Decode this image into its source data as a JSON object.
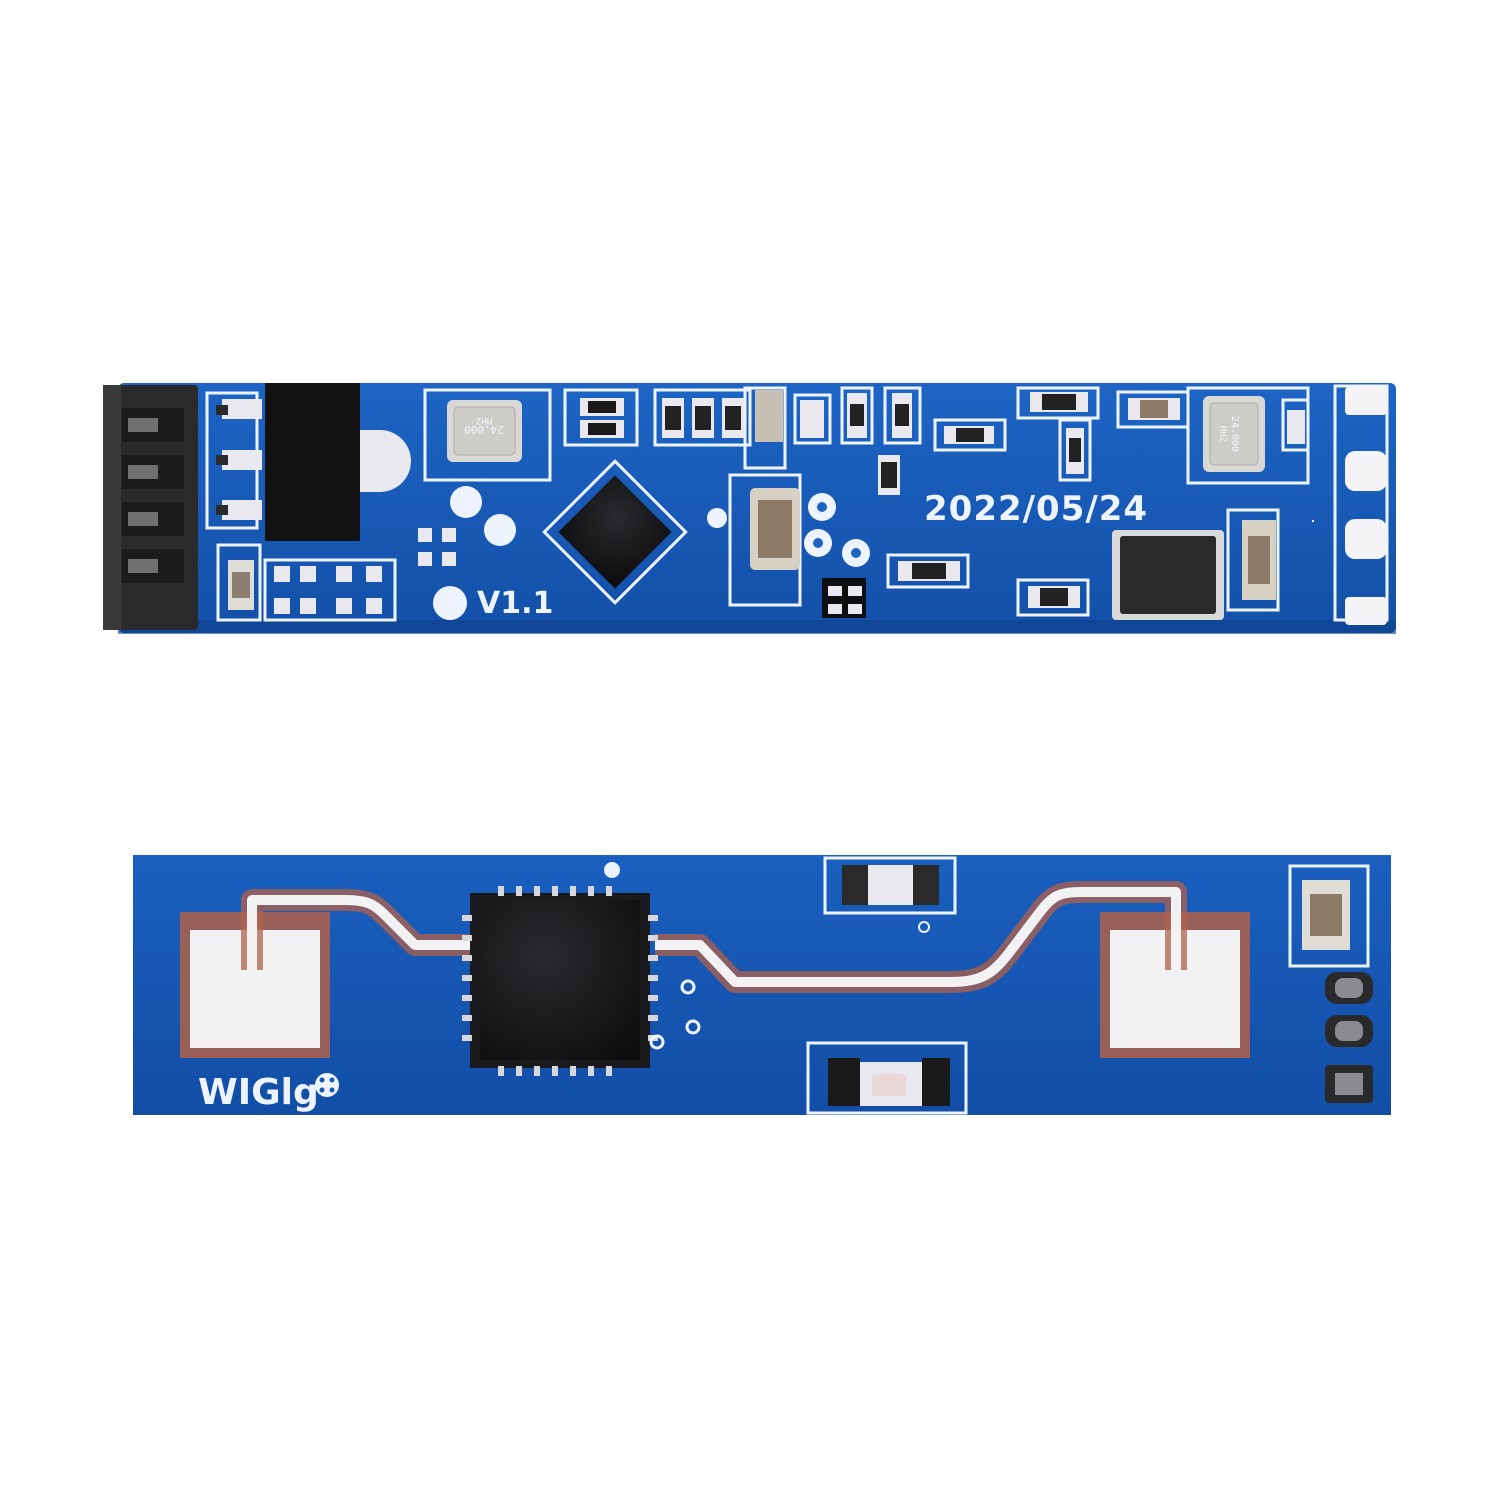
{
  "top_board": {
    "date_code": "2022/05/24",
    "version": "V1.1",
    "crystal_left": {
      "line1": "24.000",
      "line2": "MHZ"
    },
    "crystal_right": {
      "line1": "24.000",
      "line2": "MHZ"
    }
  },
  "bottom_board": {
    "logo_text": "WIGlg"
  },
  "colors": {
    "pcb_blue": "#1656b4",
    "pcb_blue_dark": "#0d3f8f",
    "silkscreen": "#eef4ff",
    "copper_pad": "#e8e8ee",
    "ic_black": "#141414",
    "header_black": "#2a2a2a"
  }
}
